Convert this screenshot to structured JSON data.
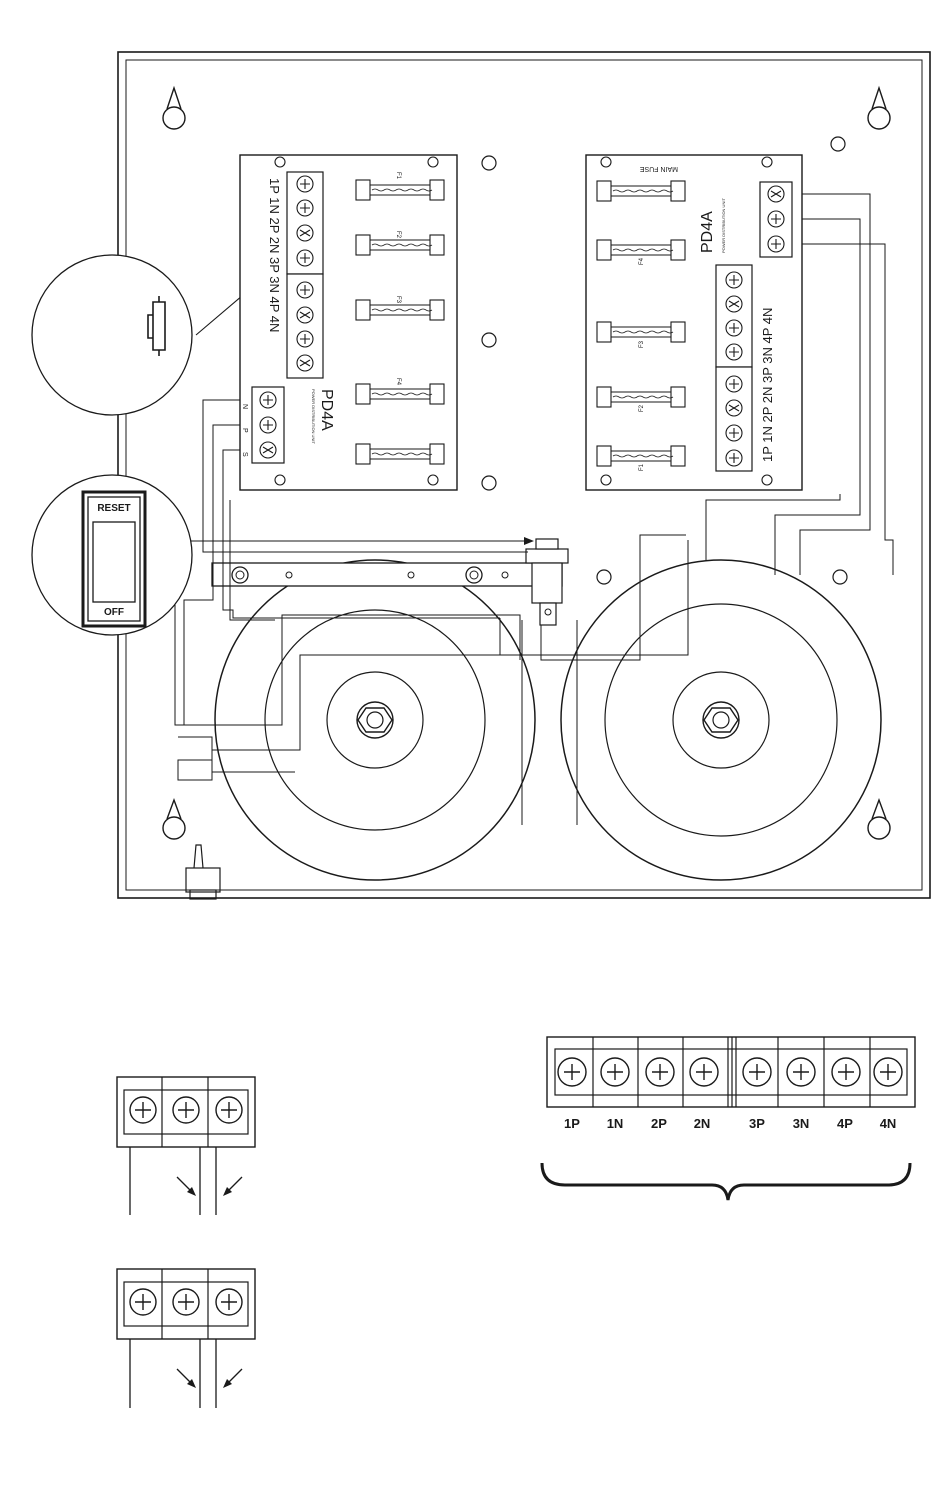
{
  "board_left": {
    "model": "PD4A",
    "subtitle": "POWER DISTRIBUTION UNIT",
    "terminal_labels": "1P 1N 2P 2N 3P 3N 4P 4N",
    "fuse_labels": [
      "F1",
      "F2",
      "F3",
      "F4"
    ],
    "input_labels": [
      "N",
      "P",
      "S"
    ]
  },
  "board_right": {
    "model": "PD4A",
    "subtitle": "POWER DISTRIBUTION UNIT",
    "main_fuse_label": "MAIN FUSE",
    "terminal_labels": "1P 1N 2P 2N 3P 3N 4P 4N",
    "fuse_labels": [
      "F4",
      "F3",
      "F2",
      "F1"
    ]
  },
  "switch": {
    "top_label": "RESET",
    "bottom_label": "OFF"
  },
  "terminal_strip_labels": [
    "1P",
    "1N",
    "2P",
    "2N",
    "3P",
    "3N",
    "4P",
    "4N"
  ]
}
